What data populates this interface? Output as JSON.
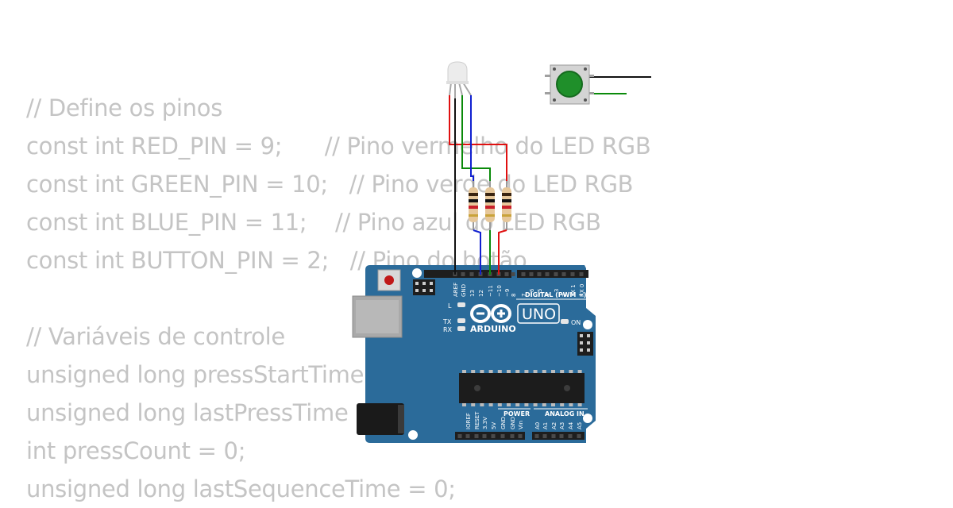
{
  "code_lines": [
    "// Define os pinos",
    "const int RED_PIN = 9;      // Pino vermelho do LED RGB",
    "const int GREEN_PIN = 10;   // Pino verde do LED RGB",
    "const int BLUE_PIN = 11;    // Pino azul do LED RGB",
    "const int BUTTON_PIN = 2;   // Pino do botão",
    "",
    "// Variáveis de controle",
    "unsigned long pressStartTime = 0;",
    "unsigned long lastPressTime = 0;",
    "int pressCount = 0;",
    "unsigned long lastSequenceTime = 0;"
  ],
  "board": {
    "brand": "ARDUINO",
    "model": "UNO",
    "digital_header": "DIGITAL (PWM ~)",
    "power_header": "POWER",
    "analog_header": "ANALOG IN",
    "on_label": "ON",
    "l_label": "L",
    "tx_label": "TX",
    "rx_label": "RX",
    "top_pins": [
      "AREF",
      "GND",
      "13",
      "12",
      "~11",
      "~10",
      "~9",
      "8",
      "7",
      "~6",
      "~5",
      "4",
      "~3",
      "2",
      "TX 1",
      "RX 0"
    ],
    "power_pins": [
      "IOREF",
      "RESET",
      "3.3V",
      "5V",
      "GND",
      "GND",
      "Vin"
    ],
    "analog_pins": [
      "A0",
      "A1",
      "A2",
      "A3",
      "A4",
      "A5"
    ]
  },
  "colors": {
    "code_text": "#c4c4c4",
    "board": "#2b6b9a",
    "wire_red": "#e01010",
    "wire_green": "#0a8a0a",
    "wire_blue": "#1020d0",
    "wire_black": "#111111",
    "button_cap": "#1f8f2a"
  }
}
